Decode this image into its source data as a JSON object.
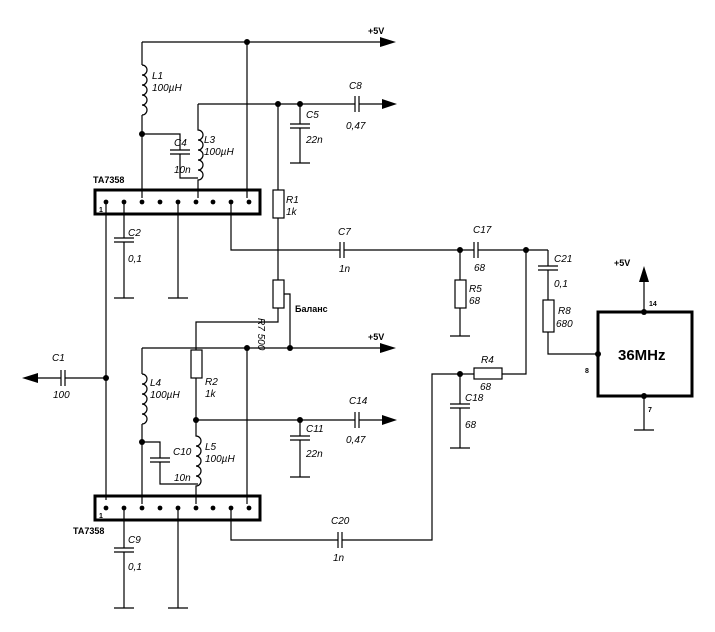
{
  "power": {
    "vcc1": "+5V",
    "vcc2": "+5V",
    "vcc3": "+5V"
  },
  "ics": {
    "top": {
      "name": "TA7358",
      "pin1": "1"
    },
    "bottom": {
      "name": "TA7358",
      "pin1": "1"
    }
  },
  "module": {
    "label": "36MHz",
    "pin_vcc": "14",
    "pin_out": "8",
    "pin_gnd": "7"
  },
  "components": {
    "L1": {
      "ref": "L1",
      "value": "100µH"
    },
    "L3": {
      "ref": "L3",
      "value": "100µH"
    },
    "L4": {
      "ref": "L4",
      "value": "100µH"
    },
    "L5": {
      "ref": "L5",
      "value": "100µH"
    },
    "C1": {
      "ref": "C1",
      "value": "100"
    },
    "C2": {
      "ref": "C2",
      "value": "0,1"
    },
    "C4": {
      "ref": "C4",
      "value": "10n"
    },
    "C5": {
      "ref": "C5",
      "value": "22n"
    },
    "C7": {
      "ref": "C7",
      "value": "1n"
    },
    "C8": {
      "ref": "C8",
      "value": "0,47"
    },
    "C9": {
      "ref": "C9",
      "value": "0,1"
    },
    "C10": {
      "ref": "C10",
      "value": "10n"
    },
    "C11": {
      "ref": "C11",
      "value": "22n"
    },
    "C14": {
      "ref": "C14",
      "value": "0,47"
    },
    "C17": {
      "ref": "C17",
      "value": "68"
    },
    "C18": {
      "ref": "C18",
      "value": "68"
    },
    "C20": {
      "ref": "C20",
      "value": "1n"
    },
    "C21": {
      "ref": "C21",
      "value": "0,1"
    },
    "R1": {
      "ref": "R1",
      "value": "1k"
    },
    "R2": {
      "ref": "R2",
      "value": "1k"
    },
    "R4": {
      "ref": "R4",
      "value": "68"
    },
    "R5": {
      "ref": "R5",
      "value": "68"
    },
    "R7": {
      "ref": "R7",
      "value": "500"
    },
    "R8": {
      "ref": "R8",
      "value": "680"
    }
  },
  "balance_label": "Баланс"
}
